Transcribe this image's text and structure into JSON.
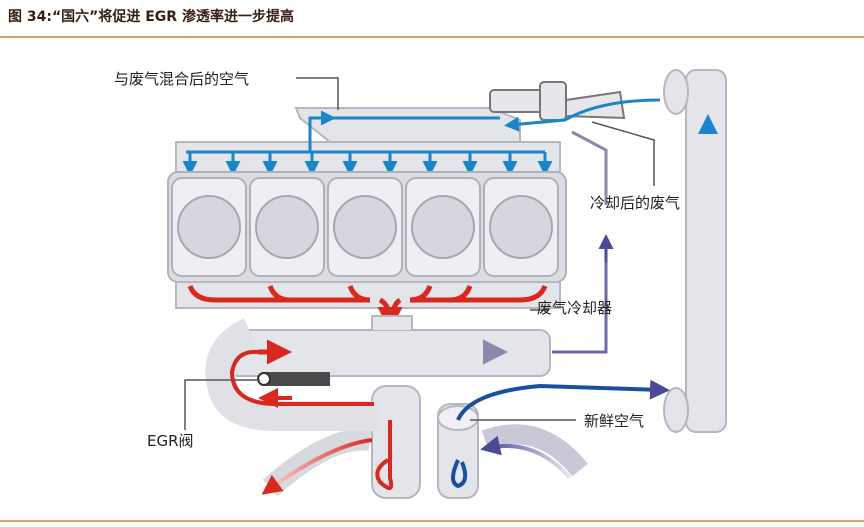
{
  "caption": "图 34:“国六”将促进 EGR 渗透率进一步提高",
  "labels": {
    "mixed_air": "与废气混合后的空气",
    "cooled_exhaust": "冷却后的废气",
    "egr_cooler": "废气冷却器",
    "egr_valve": "EGR阀",
    "fresh_air": "新鲜空气"
  },
  "colors": {
    "caption_rule": "#d8a66a",
    "hot_exhaust": "#d9281e",
    "cool_flow": "#1a86c8",
    "fresh_air": "#5a5aa8",
    "engine_body": "#dcdde2"
  }
}
